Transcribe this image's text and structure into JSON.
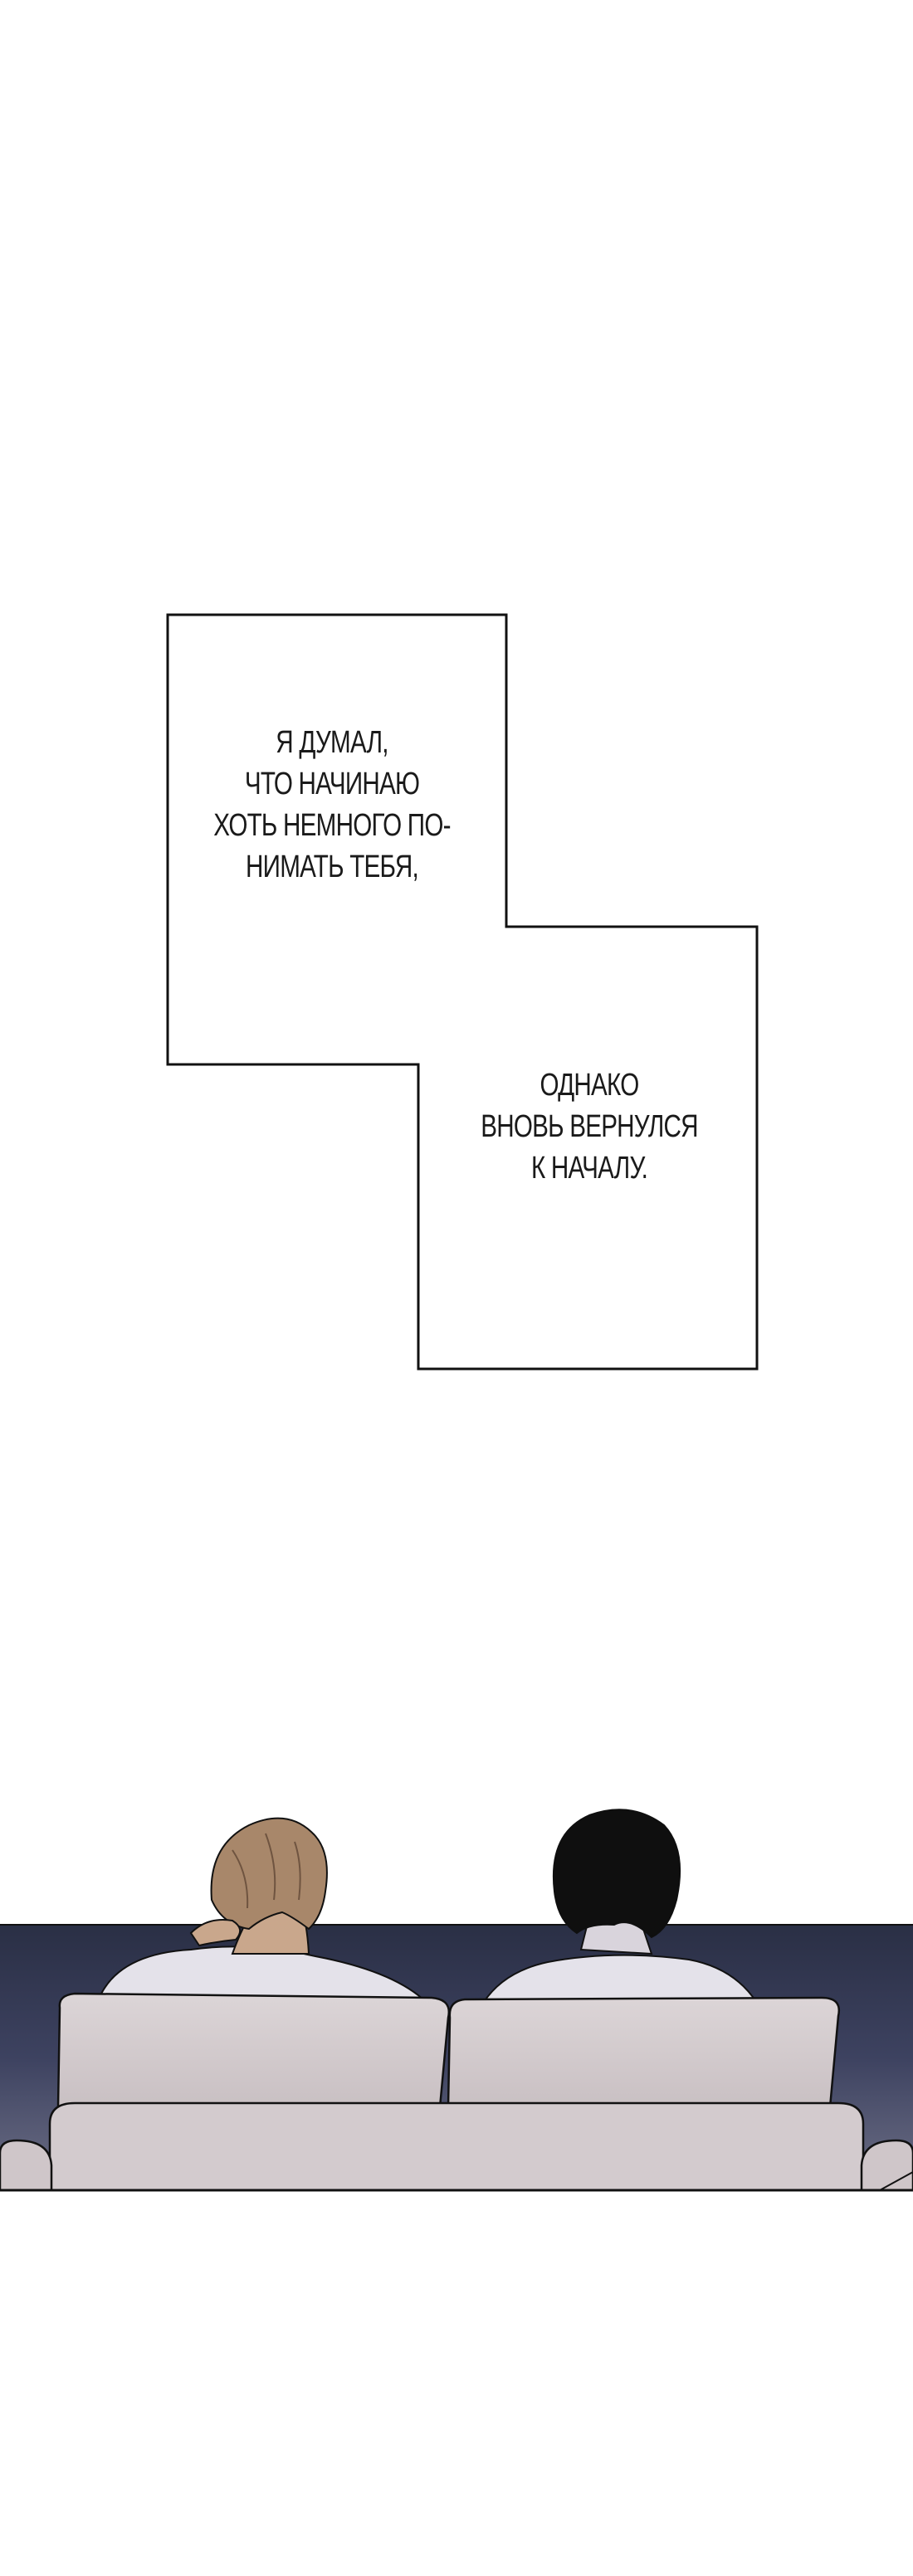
{
  "caption": {
    "first_box": {
      "lines": [
        "Я ДУМАЛ,",
        "ЧТО НАЧИНАЮ",
        "ХОТЬ НЕМНОГО ПО-",
        "НИМАТЬ ТЕБЯ,"
      ]
    },
    "second_box": {
      "lines": [
        "ОДНАКО",
        "ВНОВЬ ВЕРНУЛСЯ",
        "К НАЧАЛУ."
      ]
    }
  },
  "colors": {
    "background": "#ffffff",
    "ink": "#111111",
    "wall_dark": "#2a2f45",
    "wall_light": "#6d6f86",
    "sofa": "#d7d0d2",
    "sofa_shadow": "#b9b0b4",
    "hair_light": "#a8876a",
    "hair_dark": "#111111",
    "shirt": "#e4e2ea"
  },
  "scene": {
    "figures": [
      "light-haired-man",
      "dark-haired-man"
    ],
    "objects": [
      "sofa"
    ]
  }
}
